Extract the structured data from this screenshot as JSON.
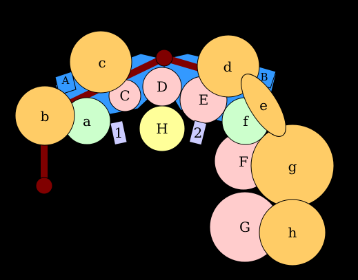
{
  "colors": {
    "background": "#000000",
    "rod": "#800000",
    "joint": "#800000",
    "panel": "#3399ff",
    "marker": "#ccccff",
    "orange_disc": "#ffcc66",
    "pink_disc": "#ffcccc",
    "green_disc": "#ccffcc",
    "yellow_disc": "#ffff99"
  },
  "labels": {
    "A": "A",
    "B": "B",
    "C": "C",
    "D": "D",
    "E": "E",
    "F": "F",
    "G": "G",
    "H": "H",
    "a": "a",
    "b": "b",
    "c": "c",
    "d": "d",
    "e": "e",
    "f": "f",
    "g": "g",
    "h": "h",
    "one": "1",
    "two": "2"
  }
}
